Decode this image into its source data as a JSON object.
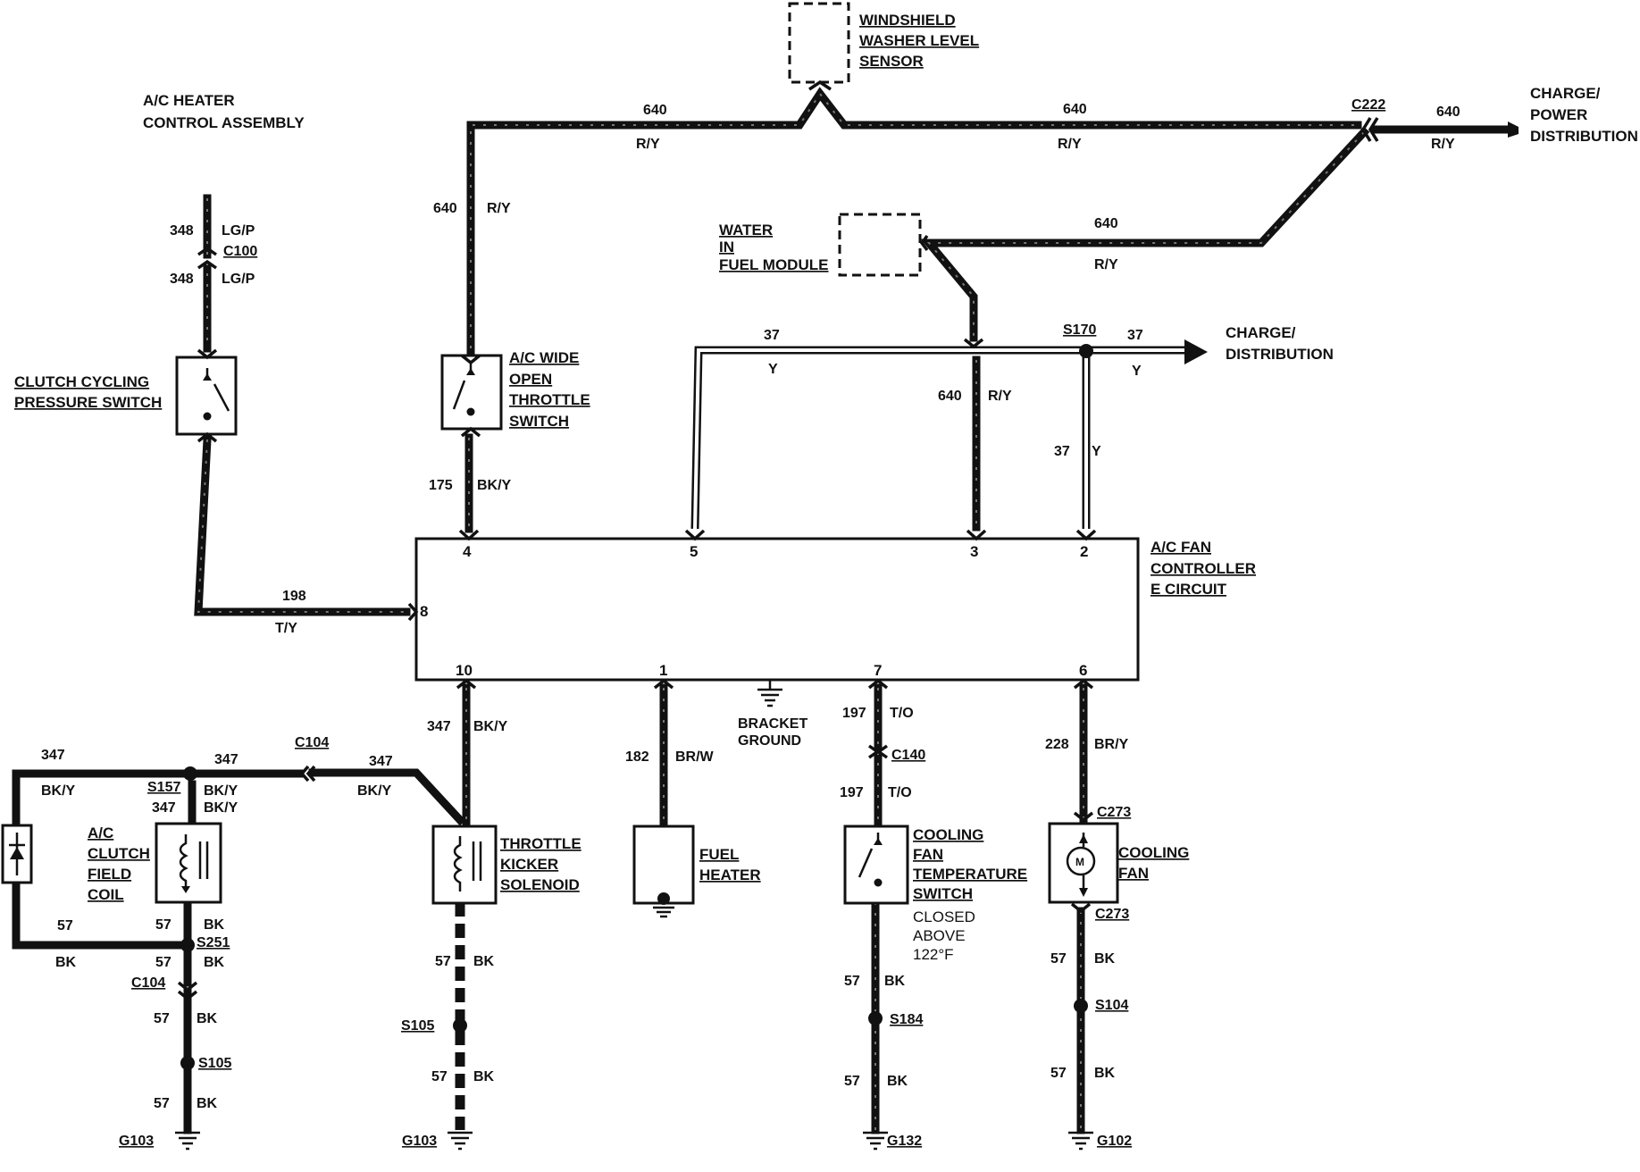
{
  "title_lines": [
    "A/C HEATER",
    "CONTROL  ASSEMBLY"
  ],
  "controller": {
    "label_lines": [
      "A/C FAN",
      "CONTROLLER",
      "E CIRCUIT"
    ],
    "pins": {
      "p4": "4",
      "p5": "5",
      "p3": "3",
      "p2": "2",
      "p8": "8",
      "p10": "10",
      "p1": "1",
      "p7": "7",
      "p6": "6"
    }
  },
  "components": {
    "washer_sensor": [
      "WINDSHIELD",
      "WASHER LEVEL",
      "SENSOR"
    ],
    "charge_power": [
      "CHARGE/",
      "POWER",
      "DISTRIBUTION"
    ],
    "water_fuel": [
      "WATER",
      "IN",
      "FUEL MODULE"
    ],
    "charge_dist": [
      "CHARGE/",
      "DISTRIBUTION"
    ],
    "clutch_switch": [
      "CLUTCH CYCLING",
      "PRESSURE SWITCH"
    ],
    "wot_switch": [
      "A/C WIDE",
      "OPEN",
      "THROTTLE",
      "SWITCH"
    ],
    "clutch_coil": [
      "A/C",
      "CLUTCH",
      "FIELD",
      "COIL"
    ],
    "kicker": [
      "THROTTLE",
      "KICKER",
      "SOLENOID"
    ],
    "fuel_heater": [
      "FUEL",
      "HEATER"
    ],
    "bracket_ground": [
      "BRACKET",
      "GROUND"
    ],
    "temp_switch": [
      "COOLING",
      "FAN",
      "TEMPERATURE",
      "SWITCH"
    ],
    "temp_switch_note": [
      "CLOSED",
      "ABOVE",
      "122°F"
    ],
    "cooling_fan": [
      "COOLING",
      "FAN"
    ],
    "motor_symbol": "M"
  },
  "connectors": {
    "c222": "C222",
    "c100": "C100",
    "s170": "S170",
    "c104_top": "C104",
    "s157": "S157",
    "s251": "S251",
    "c104_left": "C104",
    "s105_left": "S105",
    "s105_mid": "S105",
    "c140": "C140",
    "s184": "S184",
    "c273_top": "C273",
    "c273_bot": "C273",
    "s104": "S104"
  },
  "grounds": {
    "g103_left": "G103",
    "g103_mid": "G103",
    "g132": "G132",
    "g102": "G102"
  },
  "wires": {
    "w640_top_left": {
      "num": "640",
      "color": "R/Y"
    },
    "w640_top_mid": {
      "num": "640",
      "color": "R/Y"
    },
    "w640_top_right": {
      "num": "640",
      "color": "R/Y"
    },
    "w640_vert_left": {
      "num": "640",
      "color": "R/Y"
    },
    "w640_water": {
      "num": "640",
      "color": "R/Y"
    },
    "w640_pin3": {
      "num": "640",
      "color": "R/Y"
    },
    "w348_upper": {
      "num": "348",
      "color": "LG/P"
    },
    "w348_lower": {
      "num": "348",
      "color": "LG/P"
    },
    "w37_top": {
      "num": "37",
      "color": "Y"
    },
    "w37_right": {
      "num": "37",
      "color": "Y"
    },
    "w37_vert": {
      "num": "37",
      "color": "Y"
    },
    "w175": {
      "num": "175",
      "color": "BK/Y"
    },
    "w198": {
      "num": "198",
      "color": "T/Y"
    },
    "w347_far_left": {
      "num": "347",
      "color": "BK/Y"
    },
    "w347_s157_right": {
      "num": "347",
      "color": "BK/Y"
    },
    "w347_s157_down": {
      "num": "347",
      "color": "BK/Y"
    },
    "w347_c104": {
      "num": "347",
      "color": "BK/Y"
    },
    "w347_pin10": {
      "num": "347",
      "color": "BK/Y"
    },
    "w182": {
      "num": "182",
      "color": "BR/W"
    },
    "w197_upper": {
      "num": "197",
      "color": "T/O"
    },
    "w197_lower": {
      "num": "197",
      "color": "T/O"
    },
    "w228": {
      "num": "228",
      "color": "BR/Y"
    },
    "w57_far_left": {
      "num": "57",
      "color": "BK"
    },
    "w57_coil_a": {
      "num": "57",
      "color": "BK"
    },
    "w57_coil_b": {
      "num": "57",
      "color": "BK"
    },
    "w57_coil_c": {
      "num": "57",
      "color": "BK"
    },
    "w57_coil_d": {
      "num": "57",
      "color": "BK"
    },
    "w57_kick_a": {
      "num": "57",
      "color": "BK"
    },
    "w57_kick_b": {
      "num": "57",
      "color": "BK"
    },
    "w57_temp_a": {
      "num": "57",
      "color": "BK"
    },
    "w57_temp_b": {
      "num": "57",
      "color": "BK"
    },
    "w57_fan_a": {
      "num": "57",
      "color": "BK"
    },
    "w57_fan_b": {
      "num": "57",
      "color": "BK"
    }
  }
}
